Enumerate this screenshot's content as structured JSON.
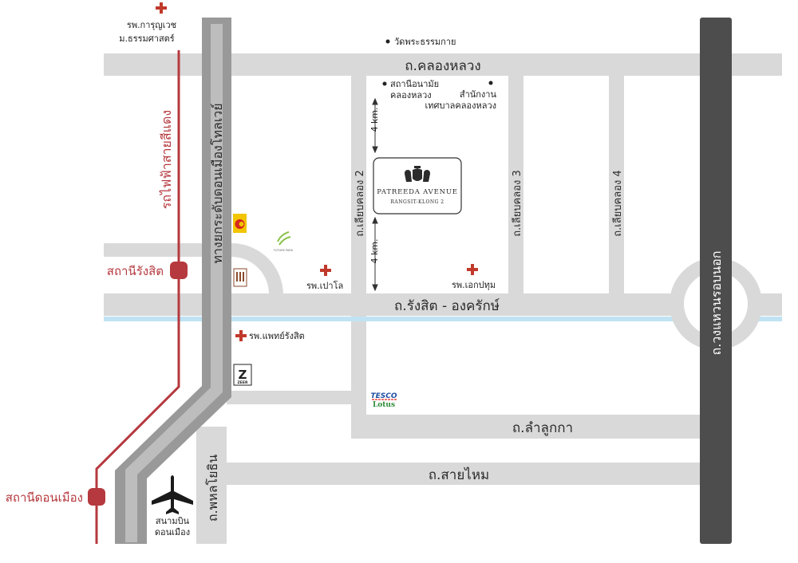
{
  "colors": {
    "road": "#d9d9d9",
    "expressway": "#999999",
    "expressway_inner": "#bdbdbd",
    "ring_road": "#4d4d4d",
    "rail": "#b5393e",
    "canal": "#bfe3f3",
    "hospital": "#c0392b",
    "text": "#2b2b2b"
  },
  "roads": {
    "khlong_luang": "ถ.คลองหลวง",
    "rangsit_ongkharak": "ถ.รังสิต - องครักษ์",
    "lam_luk_ka": "ถ.ลำลูกกา",
    "sai_mai": "ถ.สายไหม",
    "phahonyothin": "ถ.พหลโยธิน",
    "klong2": "ถ.เลียบคลอง 2",
    "klong3": "ถ.เลียบคลอง 3",
    "klong4": "ถ.เลียบคลอง 4",
    "ring_road": "ถ.วงแหวนรอบนอก",
    "tollway": "ทางยกระดับดอนเมืองโทลเวย์",
    "red_line": "รถไฟฟ้าสายสีแดง"
  },
  "places": {
    "kanchanavej_line1": "รพ.การุญเวช",
    "kanchanavej_line2": "ม.ธรรมศาสตร์",
    "wat_phra_dhammakaya": "วัดพระธรรมกาย",
    "health_station_line1": "สถานีอนามัย",
    "health_station_line2": "คลองหลวง",
    "municipal_office_line1": "สำนักงาน",
    "municipal_office_line2": "เทศบาลคลองหลวง",
    "pao_lo": "รพ.เปาโล",
    "ekapathum": "รพ.เอกปทุม",
    "phaet_rangsit": "รพ.แพทย์รังสิต",
    "rangsit_station": "สถานีรังสิต",
    "don_mueang_station": "สถานีดอนเมือง",
    "airport_line1": "สนามบิน",
    "airport_line2": "ดอนเมือง",
    "distance_top": "4 km.",
    "distance_bottom": "4 km."
  },
  "project": {
    "name": "PATREEDA AVENUE",
    "subtitle": "RANGSIT-KLONG 2"
  },
  "logos": {
    "future_park": "FUTURE PARK",
    "zeer": "ZEER",
    "tesco": "TESCO",
    "lotus": "Lotus"
  }
}
